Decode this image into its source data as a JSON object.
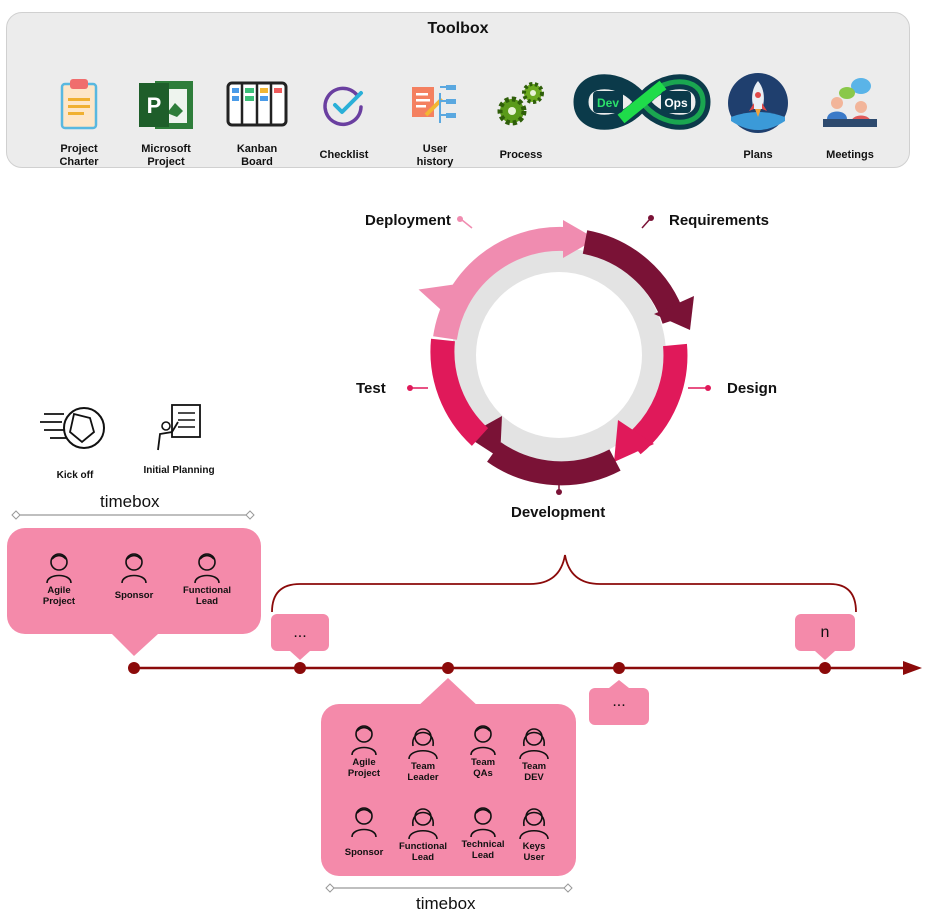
{
  "toolbox": {
    "title": "Toolbox",
    "tools": [
      {
        "label": "Project\nCharter",
        "icon": "clipboard-icon"
      },
      {
        "label": "Microsoft\nProject",
        "icon": "ms-project-icon"
      },
      {
        "label": "Kanban\nBoard",
        "icon": "kanban-icon"
      },
      {
        "label": "Checklist",
        "icon": "checklist-icon"
      },
      {
        "label": "User\nhistory",
        "icon": "user-story-icon"
      },
      {
        "label": "Process",
        "icon": "gears-icon"
      },
      {
        "label": "",
        "icon": "devops-icon",
        "devops": {
          "dev": "Dev",
          "ops": "Ops"
        }
      },
      {
        "label": "Plans",
        "icon": "rocket-icon"
      },
      {
        "label": "Meetings",
        "icon": "meeting-icon"
      }
    ]
  },
  "cycle": {
    "stages": {
      "deployment": "Deployment",
      "requirements": "Requirements",
      "design": "Design",
      "development": "Development",
      "test": "Test"
    },
    "colors": {
      "light": "#f08cb0",
      "medium": "#e0195a",
      "dark": "#7a1236",
      "ring": "#e3e3e3"
    }
  },
  "phases": {
    "kickoff": "Kick off",
    "initial_planning": "Initial Planning"
  },
  "timebox_label_top": "timebox",
  "timebox_label_bottom": "timebox",
  "team_initial": {
    "members": [
      "Agile\nProject",
      "Sponsor",
      "Functional\nLead"
    ]
  },
  "team_sprint": {
    "row1": [
      "Agile\nProject",
      "Team\nLeader",
      "Team\nQAs",
      "Team\nDEV"
    ],
    "row2": [
      "Sponsor",
      "Functional\nLead",
      "Technical\nLead",
      "Keys\nUser"
    ]
  },
  "timeline": {
    "bubbles": {
      "ellipsis_a": "...",
      "ellipsis_b": "...",
      "n": "n"
    },
    "color": "#8b0a0a"
  }
}
